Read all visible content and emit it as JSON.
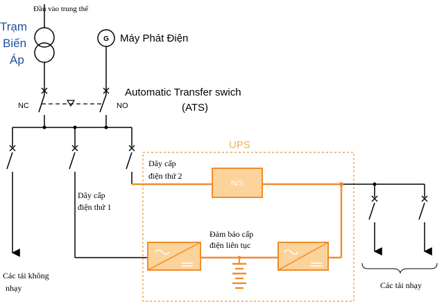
{
  "labels": {
    "medium_voltage_input": "Đầu vào trung thế",
    "substation_line1": "Trạm",
    "substation_line2": "Biến",
    "substation_line3": "Áp",
    "generator": "Máy Phát Điện",
    "generator_symbol": "G",
    "ats_line1": "Automatic Transfer swich",
    "ats_line2": "(ATS)",
    "nc": "NC",
    "no": "NO",
    "ups": "UPS",
    "feeder2_line1": "Dây cấp",
    "feeder2_line2": "điện thứ 2",
    "feeder1_line1": "Dây cấp",
    "feeder1_line2": "điện thứ 1",
    "static_switch": "N/S",
    "continuous_line1": "Đảm bảo cấp",
    "continuous_line2": "điện liên tục",
    "non_sensitive_line1": "Các tải không",
    "non_sensitive_line2": "nhạy",
    "sensitive_loads": "Các tải nhạy"
  },
  "colors": {
    "line": "#000000",
    "ups_line": "#f08c28",
    "ups_box_fill": "#fbd39b",
    "ups_label": "#f2b05a",
    "substation_text": "#1f4e9e"
  }
}
